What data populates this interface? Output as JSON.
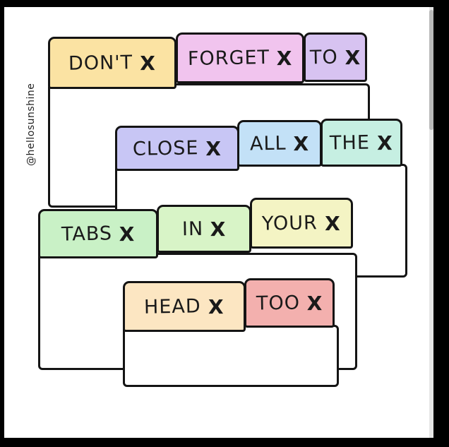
{
  "signature": "@hellosunshine",
  "tabs": [
    {
      "label": "DON'T",
      "close": "X",
      "color": "#fbe3a3"
    },
    {
      "label": "FORGET",
      "close": "X",
      "color": "#f1c4ee"
    },
    {
      "label": "TO",
      "close": "X",
      "color": "#d7c3f1"
    },
    {
      "label": "CLOSE",
      "close": "X",
      "color": "#c8c6f5"
    },
    {
      "label": "ALL",
      "close": "X",
      "color": "#c3e1f7"
    },
    {
      "label": "THE",
      "close": "X",
      "color": "#c6efe2"
    },
    {
      "label": "TABS",
      "close": "X",
      "color": "#c9f1c6"
    },
    {
      "label": "IN",
      "close": "X",
      "color": "#d8f4c7"
    },
    {
      "label": "YOUR",
      "close": "X",
      "color": "#f4f4c4"
    },
    {
      "label": "HEAD",
      "close": "X",
      "color": "#fce6c2"
    },
    {
      "label": "TOO",
      "close": "X",
      "color": "#f3b0ae"
    }
  ]
}
